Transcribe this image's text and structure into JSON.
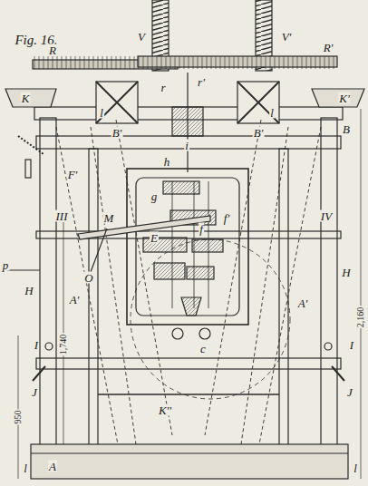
{
  "diagram": {
    "labels": [
      "Fig. 16.",
      "V",
      "V'",
      "R",
      "R'",
      "K",
      "K'",
      "B'",
      "B'",
      "r",
      "r'",
      "i",
      "l",
      "l",
      "B",
      "F'",
      "h",
      "III",
      "IV",
      "g",
      "f'",
      "f",
      "E",
      "M",
      "O",
      "H",
      "H",
      "p",
      "A'",
      "A'",
      "c",
      "1,740",
      "2,160",
      "I",
      "I",
      "J",
      "J",
      "950",
      "K''",
      "A",
      "l",
      "l"
    ]
  }
}
